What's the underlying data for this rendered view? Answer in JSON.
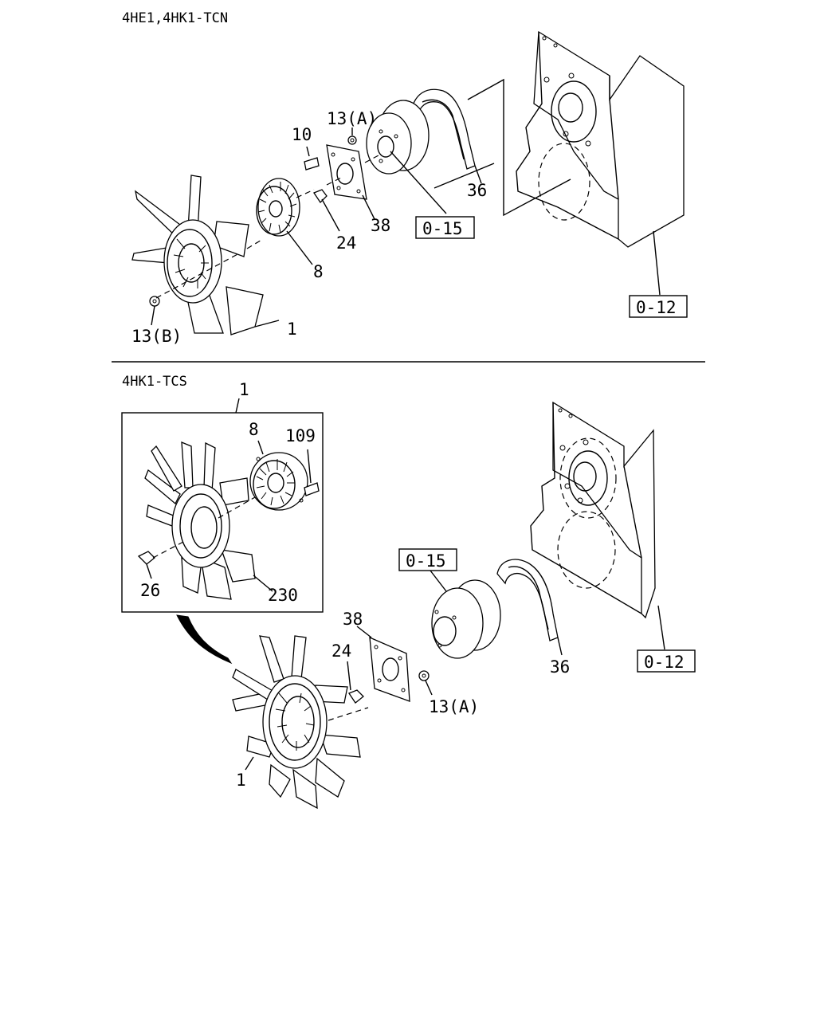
{
  "sections": {
    "top": {
      "title": "4HE1,4HK1-TCN",
      "callouts": {
        "p1": "1",
        "p8": "8",
        "p10": "10",
        "p13a": "13(A)",
        "p13b": "13(B)",
        "p24": "24",
        "p36": "36",
        "p38": "38"
      },
      "refs": {
        "r015": "0-15",
        "r012": "0-12"
      }
    },
    "bottom": {
      "title": "4HK1-TCS",
      "callouts": {
        "p1_inset": "1",
        "p8": "8",
        "p109": "109",
        "p26": "26",
        "p230": "230",
        "p38": "38",
        "p24": "24",
        "p13a": "13(A)",
        "p36": "36",
        "p1": "1"
      },
      "refs": {
        "r015": "0-15",
        "r012": "0-12"
      }
    }
  }
}
